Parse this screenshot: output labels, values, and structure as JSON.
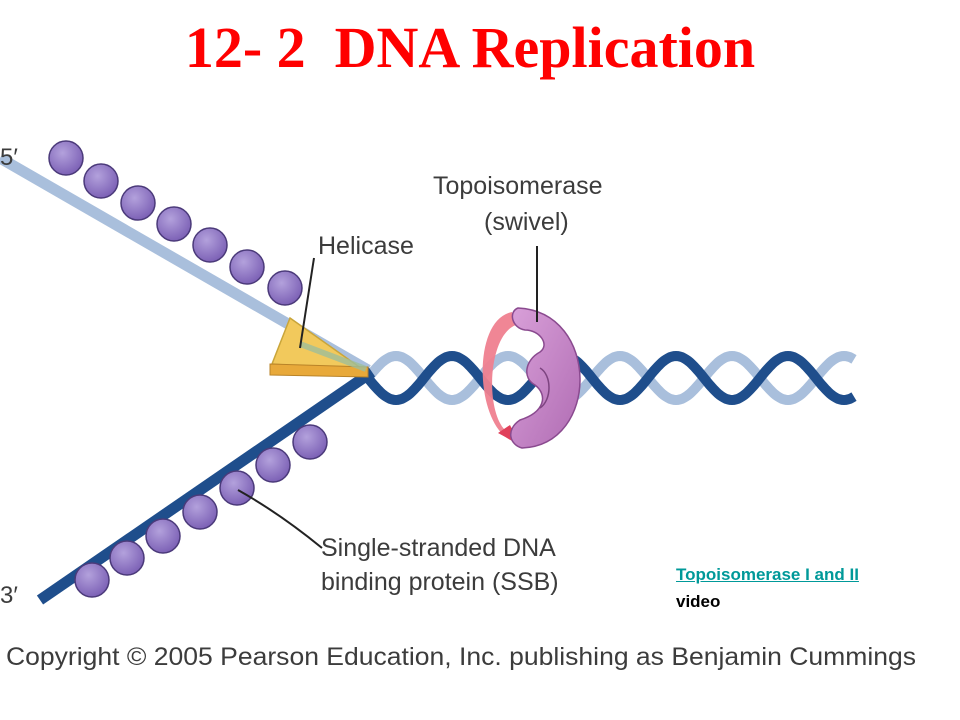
{
  "slide": {
    "title": "12- 2  DNA Replication"
  },
  "figure": {
    "labels": {
      "five_prime": "5′",
      "three_prime": "3′",
      "topoisomerase": "Topoisomerase",
      "swivel": "(swivel)",
      "helicase": "Helicase",
      "ssb_line1": "Single-stranded DNA",
      "ssb_line2": "binding protein (SSB)",
      "copyright": "Copyright © 2005 Pearson Education, Inc. publishing as Benjamin Cummings"
    },
    "colors": {
      "dark_strand": "#1f4e8c",
      "light_strand": "#a9bfdc",
      "ssb_protein": "#8a70c0",
      "helicase": "#f2c95c",
      "topoisomerase": "#c07cc0",
      "swivel_arrow": "#ef7f8f"
    }
  },
  "link": {
    "text": "Topoisomerase I and II",
    "sub": "video"
  }
}
